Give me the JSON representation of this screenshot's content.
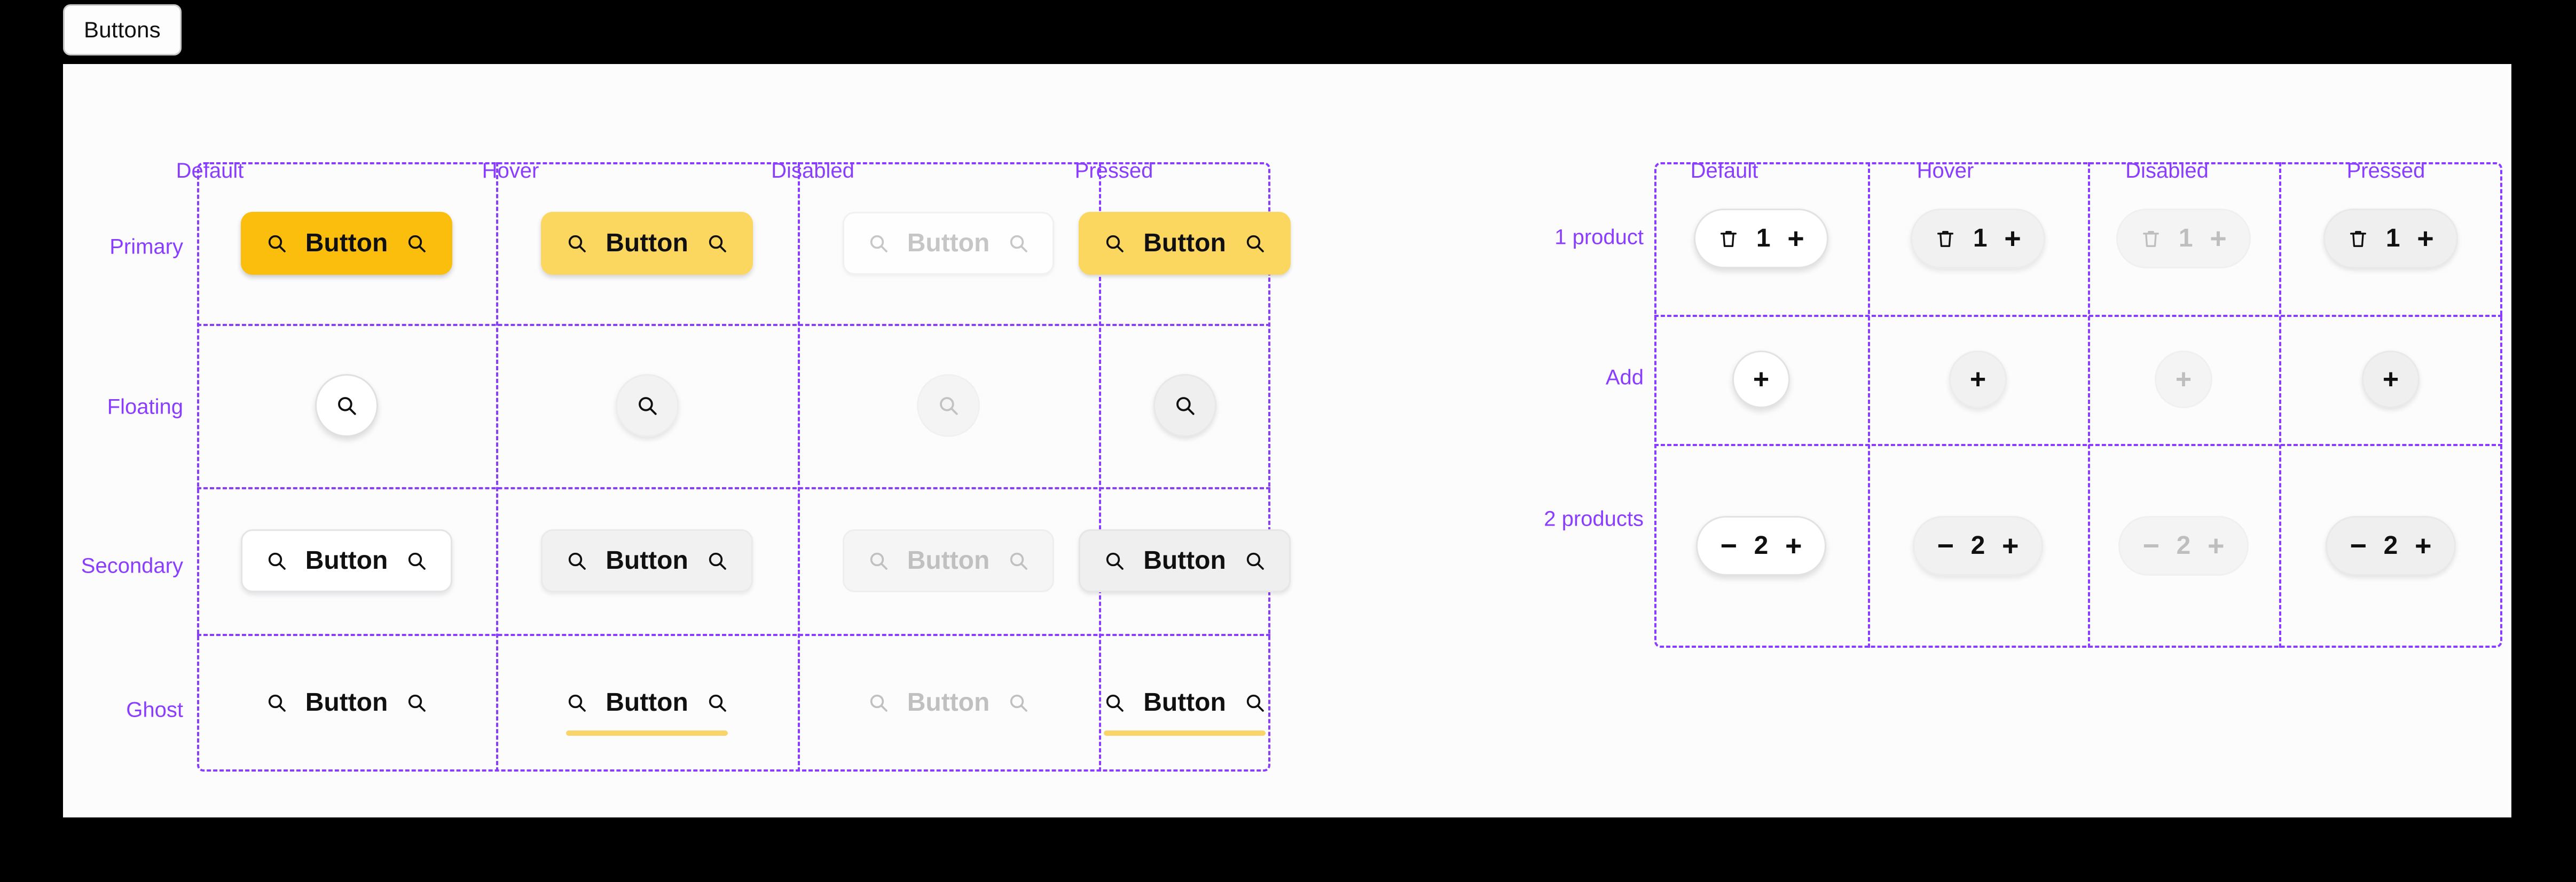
{
  "tab": {
    "label": "Buttons"
  },
  "theme": {
    "page_background": "#000000",
    "canvas_background": "#FCFCFD",
    "annotation_purple": "#8B3DFF",
    "primary_yellow": "#FCBE0D",
    "primary_yellow_light": "#FCD75F",
    "underline_yellow": "#F8D46B",
    "text_black": "#101010",
    "text_disabled": "#C0C0C0"
  },
  "left_board": {
    "columns": [
      "Default",
      "Hover",
      "Disabled",
      "Pressed"
    ],
    "rows": [
      "Primary",
      "Floating",
      "Secondary",
      "Ghost"
    ],
    "button_label": "Button",
    "leading_icon": "search-icon",
    "trailing_icon": "search-icon",
    "floating_icon": "search-icon"
  },
  "right_board": {
    "columns": [
      "Default",
      "Hover",
      "Disabled",
      "Pressed"
    ],
    "rows": [
      "1 product",
      "Add",
      "2 products"
    ],
    "quantity_one": "1",
    "quantity_two": "2",
    "delete_icon": "trash-icon",
    "increment_label": "+",
    "decrement_label": "−",
    "add_label": "+"
  }
}
